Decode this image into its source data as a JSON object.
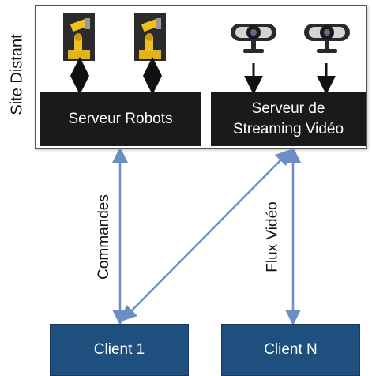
{
  "site": {
    "label": "Site Distant"
  },
  "servers": {
    "robots": {
      "label": "Serveur Robots"
    },
    "video": {
      "line1": "Serveur de",
      "line2": "Streaming Vidéo"
    }
  },
  "links": {
    "commands": "Commandes",
    "video_stream": "Flux Vidéo"
  },
  "clients": [
    {
      "label": "Client 1"
    },
    {
      "label": "Client N"
    }
  ],
  "icons": {
    "robots": [
      "robot-arm-icon",
      "robot-arm-icon"
    ],
    "cameras": [
      "webcam-icon",
      "webcam-icon"
    ]
  },
  "colors": {
    "server_fill": "#1a1a1a",
    "client_fill": "#1f4f7e",
    "connector": "#6b8fc4"
  }
}
